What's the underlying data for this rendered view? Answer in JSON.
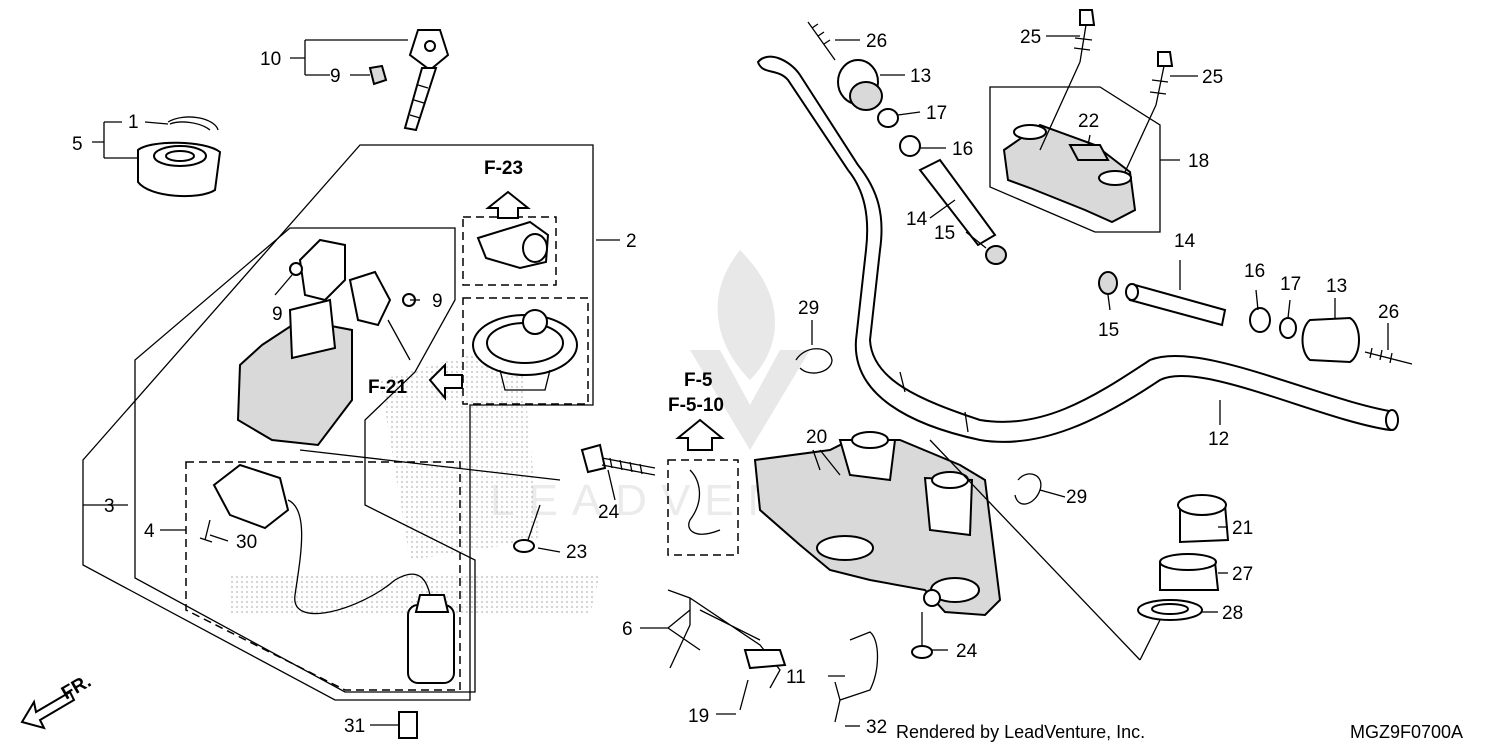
{
  "diagram": {
    "callouts": [
      {
        "id": "c1",
        "text": "1"
      },
      {
        "id": "c2",
        "text": "2"
      },
      {
        "id": "c3",
        "text": "3"
      },
      {
        "id": "c4",
        "text": "4"
      },
      {
        "id": "c5",
        "text": "5"
      },
      {
        "id": "c6",
        "text": "6"
      },
      {
        "id": "c9a",
        "text": "9"
      },
      {
        "id": "c9b",
        "text": "9"
      },
      {
        "id": "c9c",
        "text": "9"
      },
      {
        "id": "c10",
        "text": "10"
      },
      {
        "id": "c11",
        "text": "11"
      },
      {
        "id": "c12",
        "text": "12"
      },
      {
        "id": "c13a",
        "text": "13"
      },
      {
        "id": "c13b",
        "text": "13"
      },
      {
        "id": "c14a",
        "text": "14"
      },
      {
        "id": "c14b",
        "text": "14"
      },
      {
        "id": "c15a",
        "text": "15"
      },
      {
        "id": "c15b",
        "text": "15"
      },
      {
        "id": "c16a",
        "text": "16"
      },
      {
        "id": "c16b",
        "text": "16"
      },
      {
        "id": "c17a",
        "text": "17"
      },
      {
        "id": "c17b",
        "text": "17"
      },
      {
        "id": "c18",
        "text": "18"
      },
      {
        "id": "c19",
        "text": "19"
      },
      {
        "id": "c20",
        "text": "20"
      },
      {
        "id": "c21",
        "text": "21"
      },
      {
        "id": "c22",
        "text": "22"
      },
      {
        "id": "c23",
        "text": "23"
      },
      {
        "id": "c24a",
        "text": "24"
      },
      {
        "id": "c24b",
        "text": "24"
      },
      {
        "id": "c25a",
        "text": "25"
      },
      {
        "id": "c25b",
        "text": "25"
      },
      {
        "id": "c26a",
        "text": "26"
      },
      {
        "id": "c26b",
        "text": "26"
      },
      {
        "id": "c27",
        "text": "27"
      },
      {
        "id": "c28",
        "text": "28"
      },
      {
        "id": "c29a",
        "text": "29"
      },
      {
        "id": "c29b",
        "text": "29"
      },
      {
        "id": "c30",
        "text": "30"
      },
      {
        "id": "c31",
        "text": "31"
      },
      {
        "id": "c32",
        "text": "32"
      }
    ],
    "references": {
      "f23": "F-23",
      "f21": "F-21",
      "f5": "F-5",
      "f510": "F-5-10"
    },
    "direction_label": "FR.",
    "credit": "Rendered by LeadVenture, Inc.",
    "diagram_code": "MGZ9F0700A",
    "watermark_text": "LEADVENTURE"
  }
}
